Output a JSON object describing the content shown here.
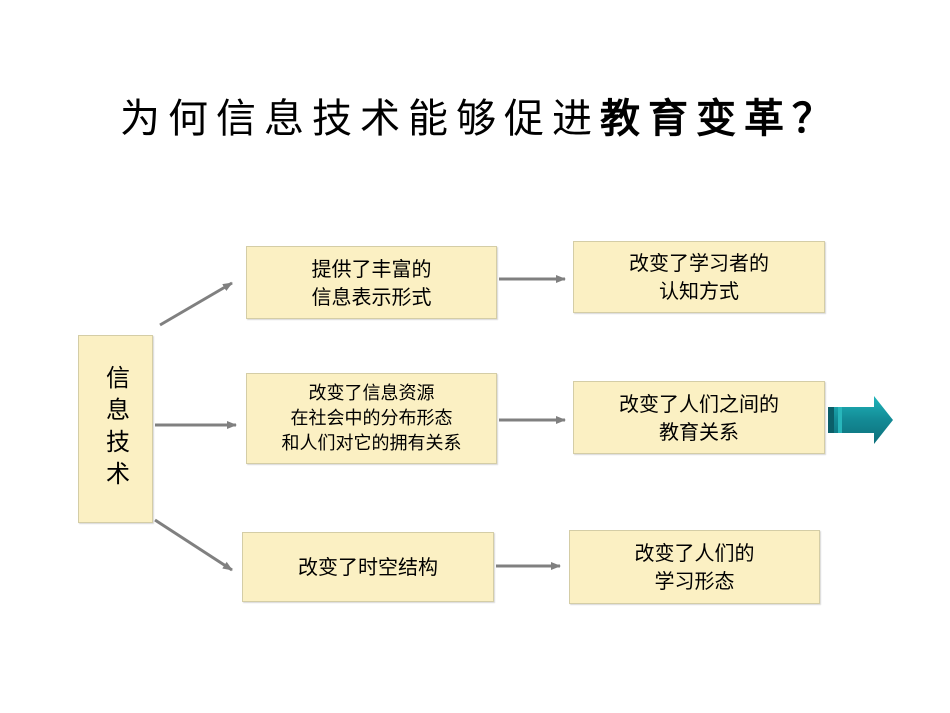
{
  "title": {
    "normal": "为何信息技术能够促进",
    "bold": "教育变革？"
  },
  "source_box": "信息技术",
  "middle_boxes": [
    "提供了丰富的\n信息表示形式",
    "改变了信息资源\n在社会中的分布形态\n和人们对它的拥有关系",
    "改变了时空结构"
  ],
  "result_boxes": [
    "改变了学习者的\n认知方式",
    "改变了人们之间的\n教育关系",
    "改变了人们的\n学习形态"
  ],
  "colors": {
    "box_fill": "#fbf0c3",
    "arrow": "#808080",
    "block_arrow": "#1f9ea8"
  },
  "icons": {
    "connector": "gray-arrow",
    "continuation": "teal-block-arrow"
  }
}
